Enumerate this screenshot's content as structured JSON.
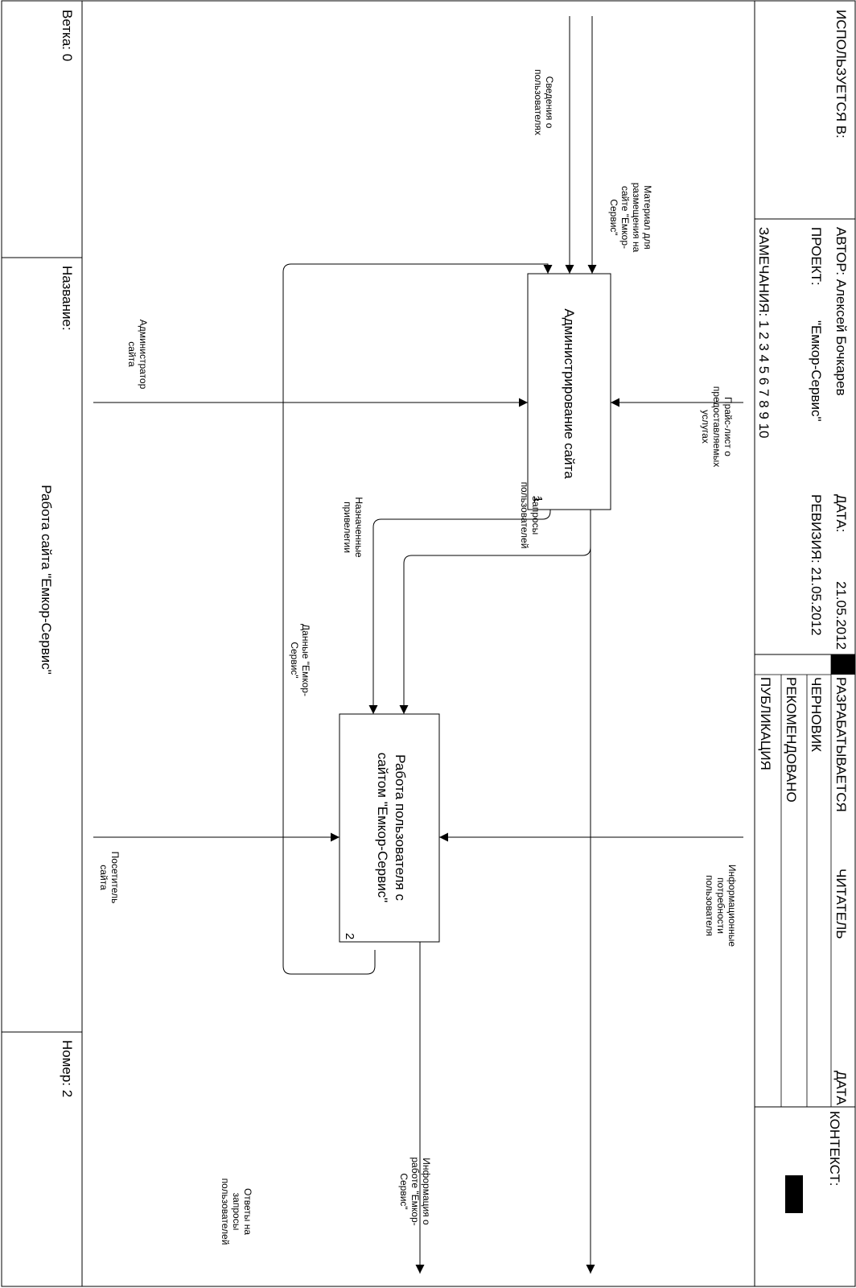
{
  "header": {
    "used_in": "ИСПОЛЬЗУЕТСЯ В:",
    "author": "АВТОР: Алексей Бочкарев",
    "project_label": "ПРОЕКТ:",
    "project_value": "\"Емкор-Сервис\"",
    "notes": "ЗАМЕЧАНИЯ: 1 2 3 4 5 6 7 8 9 10",
    "date_label": "ДАТА:",
    "date_value": "21.05.2012",
    "revision": "РЕВИЗИЯ: 21.05.2012",
    "status_developing": "РАЗРАБАТЫВАЕТСЯ",
    "status_draft": "ЧЕРНОВИК",
    "status_recommended": "РЕКОМЕНДОВАНО",
    "status_publication": "ПУБЛИКАЦИЯ",
    "reader": "ЧИТАТЕЛЬ",
    "date_col": "ДАТА",
    "context": "КОНТЕКСТ:"
  },
  "footer": {
    "branch": "Ветка: 0",
    "name_label": "Название:",
    "title": "Работа сайта \"Емкор-Сервис\"",
    "number": "Номер: 2"
  },
  "diagram": {
    "blocks": [
      {
        "label": "Администрирование сайта",
        "number": "1"
      },
      {
        "label_line1": "Работа пользователя с",
        "label_line2": "сайтом \"Емкор-Сервис\"",
        "number": "2"
      }
    ],
    "arrows": {
      "material": [
        "Материал для",
        "размещения на",
        "сайте \"Емкор-",
        "Сервис\""
      ],
      "user_info": [
        "Сведения о",
        "пользователях"
      ],
      "price_list": [
        "Прайс-лист о",
        "предоставляемых",
        "услугах"
      ],
      "info_needs": [
        "Информационные",
        "потребности",
        "пользователя"
      ],
      "answers": [
        "Ответы на",
        "запросы",
        "пользователей"
      ],
      "company_info": [
        "Информация о",
        "работе \"Емкор-",
        "Сервис\""
      ],
      "data_emkor": [
        "Данные \"Емкор-",
        "Сервис\""
      ],
      "privileges": [
        "Назначенные",
        "привелегии"
      ],
      "requests": [
        "Запросы",
        "пользователей"
      ],
      "admin": [
        "Администратор",
        "сайта"
      ],
      "visitor": [
        "Посетитель",
        "сайта"
      ]
    }
  }
}
